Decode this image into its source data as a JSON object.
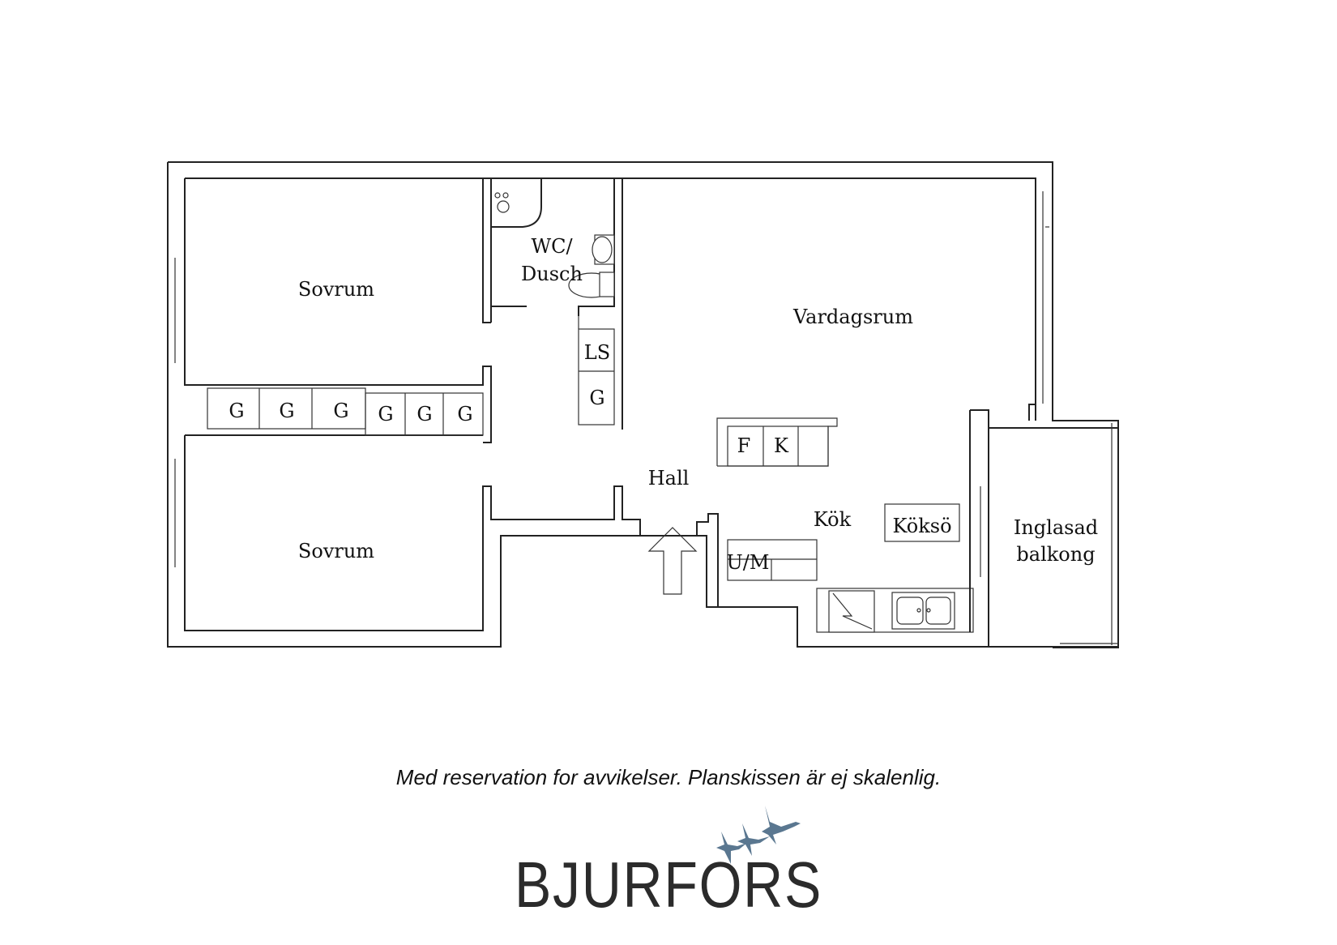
{
  "rooms": {
    "bedroom_top": "Sovrum",
    "bedroom_bottom": "Sovrum",
    "bath_line1": "WC/",
    "bath_line2": "Dusch",
    "living": "Vardagsrum",
    "hall": "Hall",
    "kitchen": "Kök",
    "kitchen_island": "Köksö",
    "balcony_line1": "Inglasad",
    "balcony_line2": "balkong"
  },
  "cabinets": {
    "wardrobes": [
      "G",
      "G",
      "G",
      "G",
      "G",
      "G"
    ],
    "linen": "LS",
    "hall_wardrobe": "G",
    "fridge": "F",
    "freezer": "K",
    "oven_micro": "U/M"
  },
  "footer": {
    "disclaimer": "Med reservation for avvikelser. Planskissen är ej skalenlig.",
    "brand": "BJURFORS",
    "brand_color": "#2b2b2b",
    "logo_color": "#5a7790"
  }
}
